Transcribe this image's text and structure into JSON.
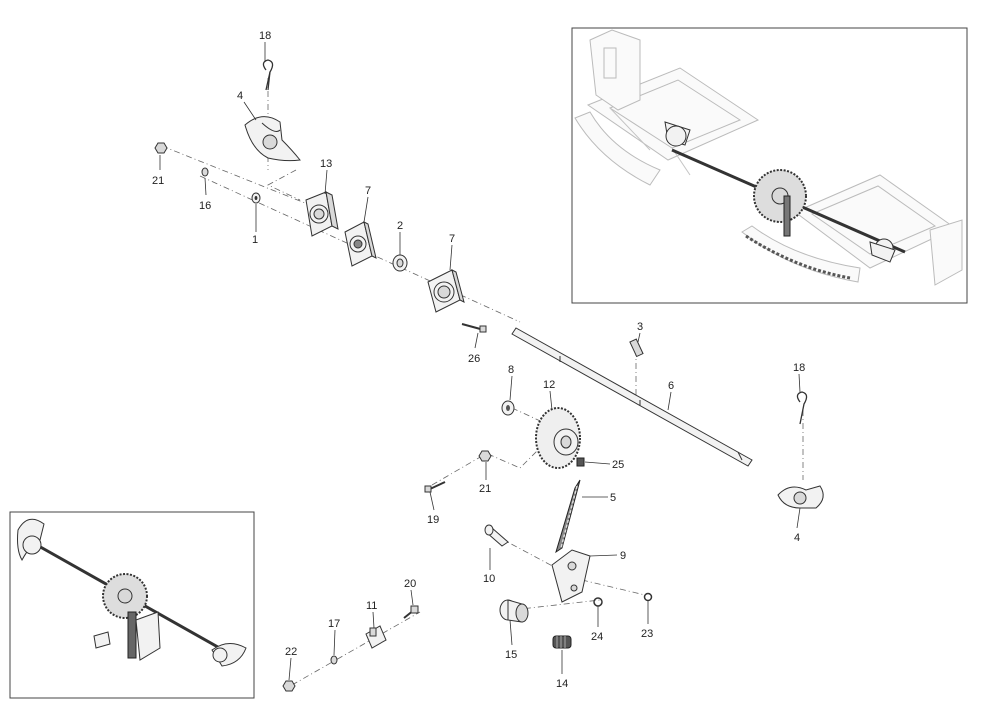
{
  "diagram": {
    "callouts": [
      {
        "id": "c18a",
        "text": "18"
      },
      {
        "id": "c4a",
        "text": "4"
      },
      {
        "id": "c21a",
        "text": "21"
      },
      {
        "id": "c16",
        "text": "16"
      },
      {
        "id": "c13",
        "text": "13"
      },
      {
        "id": "c1",
        "text": "1"
      },
      {
        "id": "c7a",
        "text": "7"
      },
      {
        "id": "c2",
        "text": "2"
      },
      {
        "id": "c7b",
        "text": "7"
      },
      {
        "id": "c26",
        "text": "26"
      },
      {
        "id": "c3",
        "text": "3"
      },
      {
        "id": "c6",
        "text": "6"
      },
      {
        "id": "c18b",
        "text": "18"
      },
      {
        "id": "c8",
        "text": "8"
      },
      {
        "id": "c12",
        "text": "12"
      },
      {
        "id": "c25",
        "text": "25"
      },
      {
        "id": "c21b",
        "text": "21"
      },
      {
        "id": "c19",
        "text": "19"
      },
      {
        "id": "c5",
        "text": "5"
      },
      {
        "id": "c4b",
        "text": "4"
      },
      {
        "id": "c9",
        "text": "9"
      },
      {
        "id": "c10",
        "text": "10"
      },
      {
        "id": "c20",
        "text": "20"
      },
      {
        "id": "c11",
        "text": "11"
      },
      {
        "id": "c17",
        "text": "17"
      },
      {
        "id": "c22",
        "text": "22"
      },
      {
        "id": "c24",
        "text": "24"
      },
      {
        "id": "c23",
        "text": "23"
      },
      {
        "id": "c15",
        "text": "15"
      },
      {
        "id": "c14",
        "text": "14"
      }
    ]
  },
  "colors": {
    "line": "#333333",
    "frame": "#444444",
    "ghost": "#bbbbbb"
  }
}
